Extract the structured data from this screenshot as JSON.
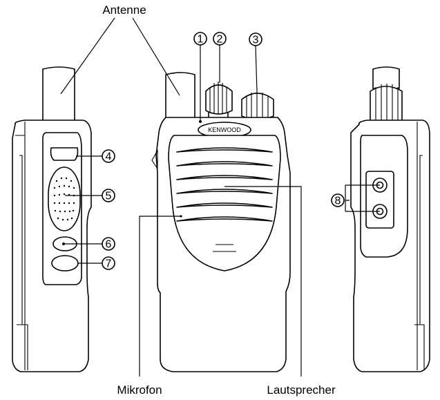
{
  "labels": {
    "antenna": "Antenne",
    "microphone": "Mikrofon",
    "speaker": "Lautsprecher",
    "brand": "KENWOOD"
  },
  "callouts": [
    "1",
    "2",
    "3",
    "4",
    "5",
    "6",
    "7",
    "8"
  ],
  "colors": {
    "line": "#000000",
    "background": "#ffffff"
  }
}
